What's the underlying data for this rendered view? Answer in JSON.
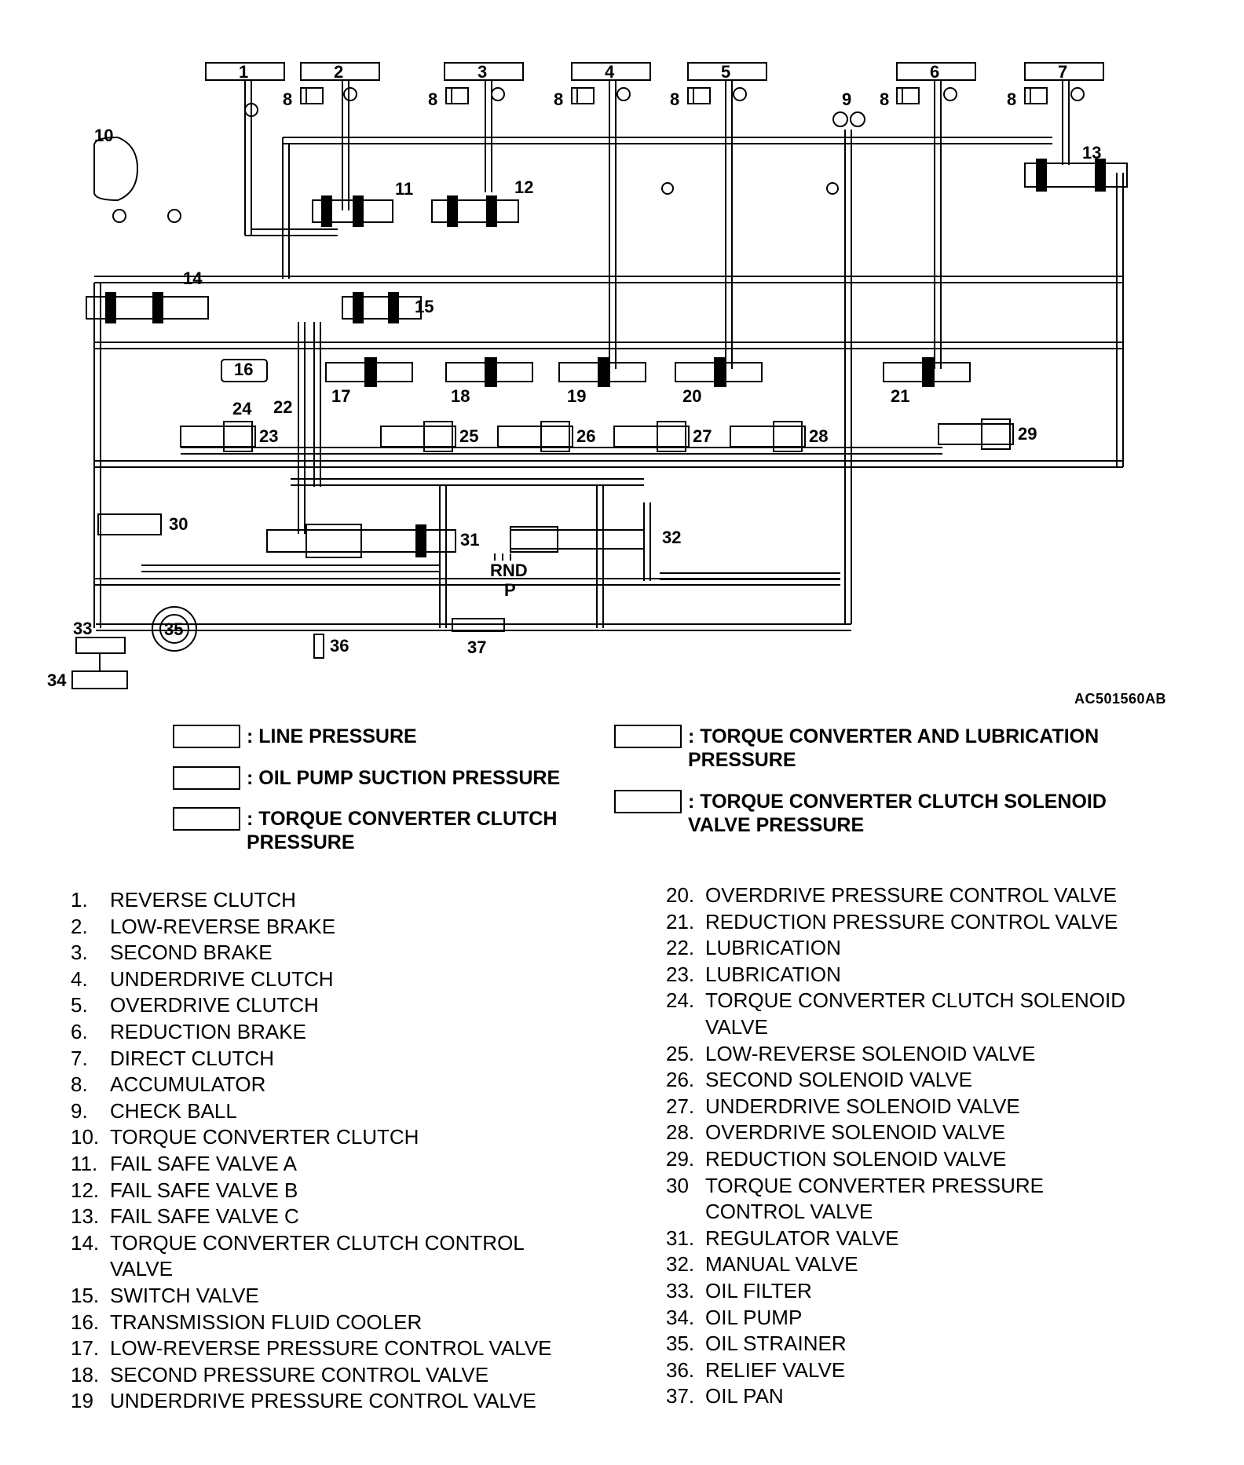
{
  "figure_id": "AC501560AB",
  "diagram": {
    "top_labels": [
      "1",
      "2",
      "3",
      "4",
      "5",
      "6",
      "7"
    ],
    "component_labels": [
      "8",
      "9",
      "10",
      "11",
      "12",
      "13",
      "14",
      "15",
      "16",
      "17",
      "18",
      "19",
      "20",
      "21",
      "22",
      "23",
      "24",
      "25",
      "26",
      "27",
      "28",
      "29",
      "30",
      "31",
      "32",
      "33",
      "34",
      "35",
      "36",
      "37"
    ],
    "manual_valve_positions": "RND",
    "manual_valve_park": "P"
  },
  "legend": [
    {
      "text": ": LINE PRESSURE"
    },
    {
      "text": ": OIL PUMP SUCTION PRESSURE"
    },
    {
      "text": ": TORQUE CONVERTER CLUTCH\nPRESSURE"
    },
    {
      "text": ": TORQUE CONVERTER AND LUBRICATION\nPRESSURE"
    },
    {
      "text": ": TORQUE CONVERTER CLUTCH SOLENOID\nVALVE PRESSURE"
    }
  ],
  "parts_left": [
    {
      "num": "1.",
      "name": "REVERSE CLUTCH"
    },
    {
      "num": "2.",
      "name": "LOW-REVERSE BRAKE"
    },
    {
      "num": "3.",
      "name": "SECOND BRAKE"
    },
    {
      "num": "4.",
      "name": "UNDERDRIVE CLUTCH"
    },
    {
      "num": "5.",
      "name": "OVERDRIVE CLUTCH"
    },
    {
      "num": "6.",
      "name": "REDUCTION BRAKE"
    },
    {
      "num": "7.",
      "name": "DIRECT CLUTCH"
    },
    {
      "num": "8.",
      "name": "ACCUMULATOR"
    },
    {
      "num": "9.",
      "name": "CHECK BALL"
    },
    {
      "num": "10.",
      "name": "TORQUE CONVERTER CLUTCH"
    },
    {
      "num": "11.",
      "name": "FAIL SAFE VALVE A"
    },
    {
      "num": "12.",
      "name": "FAIL SAFE VALVE B"
    },
    {
      "num": "13.",
      "name": "FAIL SAFE VALVE C"
    },
    {
      "num": "14.",
      "name": "TORQUE CONVERTER CLUTCH CONTROL\nVALVE"
    },
    {
      "num": "15.",
      "name": "SWITCH VALVE"
    },
    {
      "num": "16.",
      "name": "TRANSMISSION FLUID COOLER"
    },
    {
      "num": "17.",
      "name": "LOW-REVERSE PRESSURE CONTROL VALVE"
    },
    {
      "num": "18.",
      "name": "SECOND PRESSURE CONTROL VALVE"
    },
    {
      "num": "19",
      "name": "UNDERDRIVE PRESSURE CONTROL VALVE"
    }
  ],
  "parts_right": [
    {
      "num": "20.",
      "name": "OVERDRIVE PRESSURE CONTROL VALVE"
    },
    {
      "num": "21.",
      "name": "REDUCTION PRESSURE CONTROL VALVE"
    },
    {
      "num": "22.",
      "name": "LUBRICATION"
    },
    {
      "num": "23.",
      "name": "LUBRICATION"
    },
    {
      "num": "24.",
      "name": "TORQUE CONVERTER CLUTCH SOLENOID\nVALVE"
    },
    {
      "num": "25.",
      "name": "LOW-REVERSE SOLENOID VALVE"
    },
    {
      "num": "26.",
      "name": "SECOND SOLENOID VALVE"
    },
    {
      "num": "27.",
      "name": "UNDERDRIVE SOLENOID VALVE"
    },
    {
      "num": "28.",
      "name": "OVERDRIVE SOLENOID VALVE"
    },
    {
      "num": "29.",
      "name": "REDUCTION SOLENOID VALVE"
    },
    {
      "num": "30",
      "name": "TORQUE CONVERTER PRESSURE\nCONTROL VALVE"
    },
    {
      "num": "31.",
      "name": "REGULATOR VALVE"
    },
    {
      "num": "32.",
      "name": "MANUAL VALVE"
    },
    {
      "num": "33.",
      "name": "OIL FILTER"
    },
    {
      "num": "34.",
      "name": "OIL PUMP"
    },
    {
      "num": "35.",
      "name": "OIL STRAINER"
    },
    {
      "num": "36.",
      "name": "RELIEF VALVE"
    },
    {
      "num": "37.",
      "name": "OIL PAN"
    }
  ]
}
